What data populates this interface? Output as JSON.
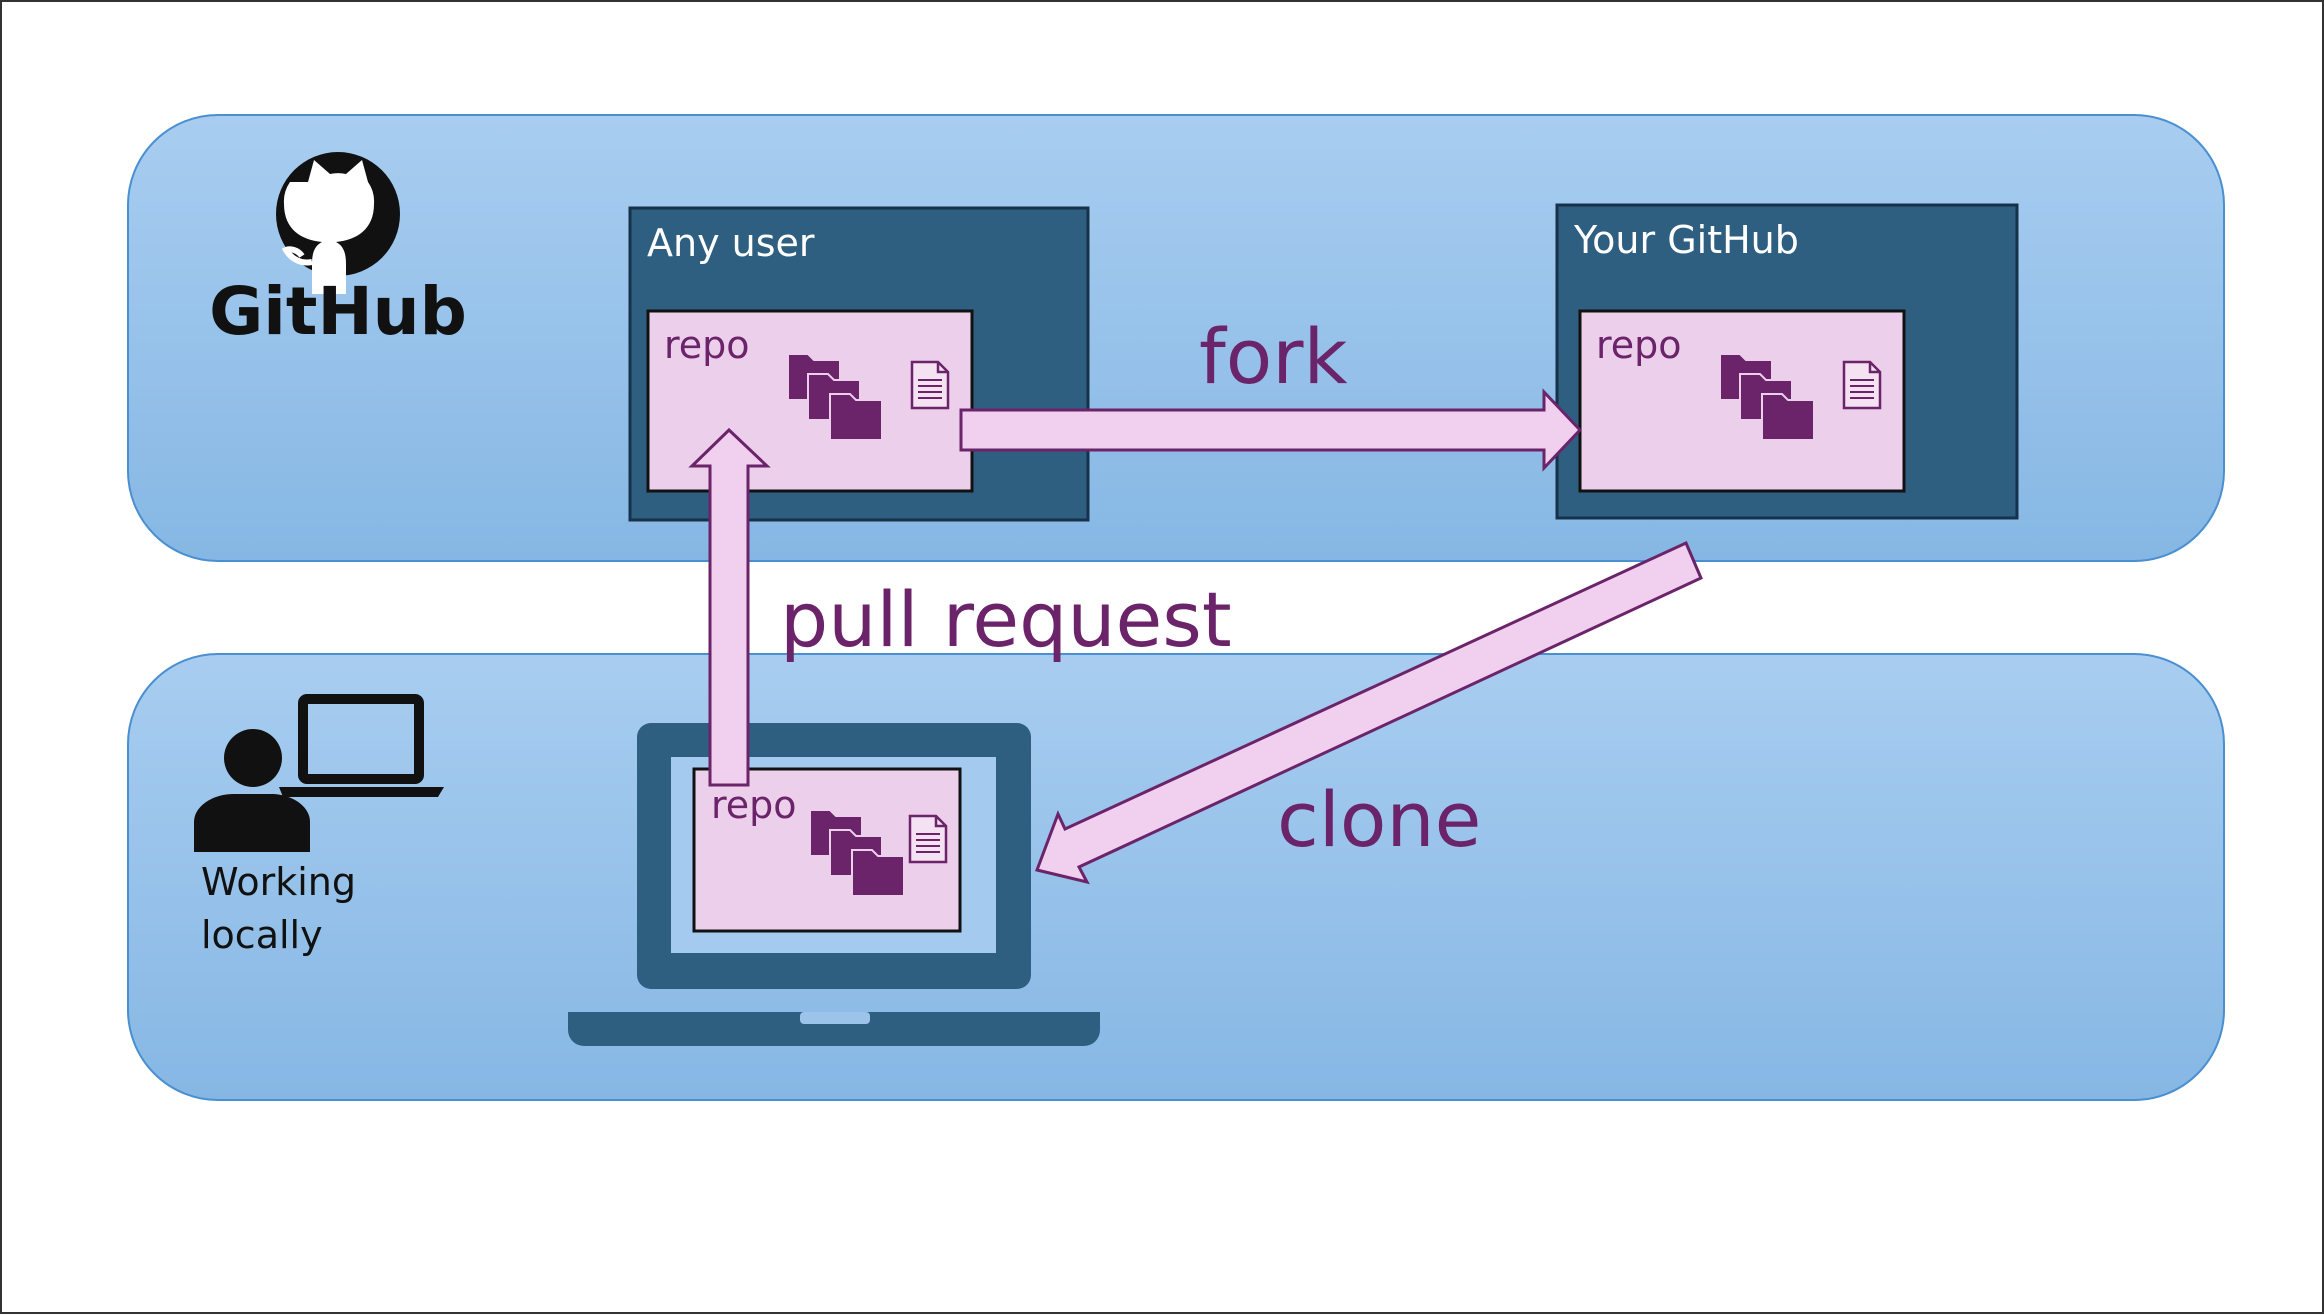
{
  "github": {
    "logo_text": "GitHub",
    "icon": "github-octocat-icon"
  },
  "any_user": {
    "title": "Any user",
    "repo_label": "repo"
  },
  "your_github": {
    "title": "Your GitHub",
    "repo_label": "repo"
  },
  "local": {
    "line1": "Working",
    "line2": "locally",
    "repo_label": "repo",
    "icon": "person-laptop-icon"
  },
  "arrows": {
    "fork": "fork",
    "pull_request": "pull request",
    "clone": "clone"
  },
  "colors": {
    "panel_top": "#a8cdf0",
    "panel_bottom": "#86b7e4",
    "box_dark": "#2e5f80",
    "repo_fill": "#eccfeb",
    "purple": "#6b2369",
    "arrow_fill": "#f0d0ee"
  }
}
